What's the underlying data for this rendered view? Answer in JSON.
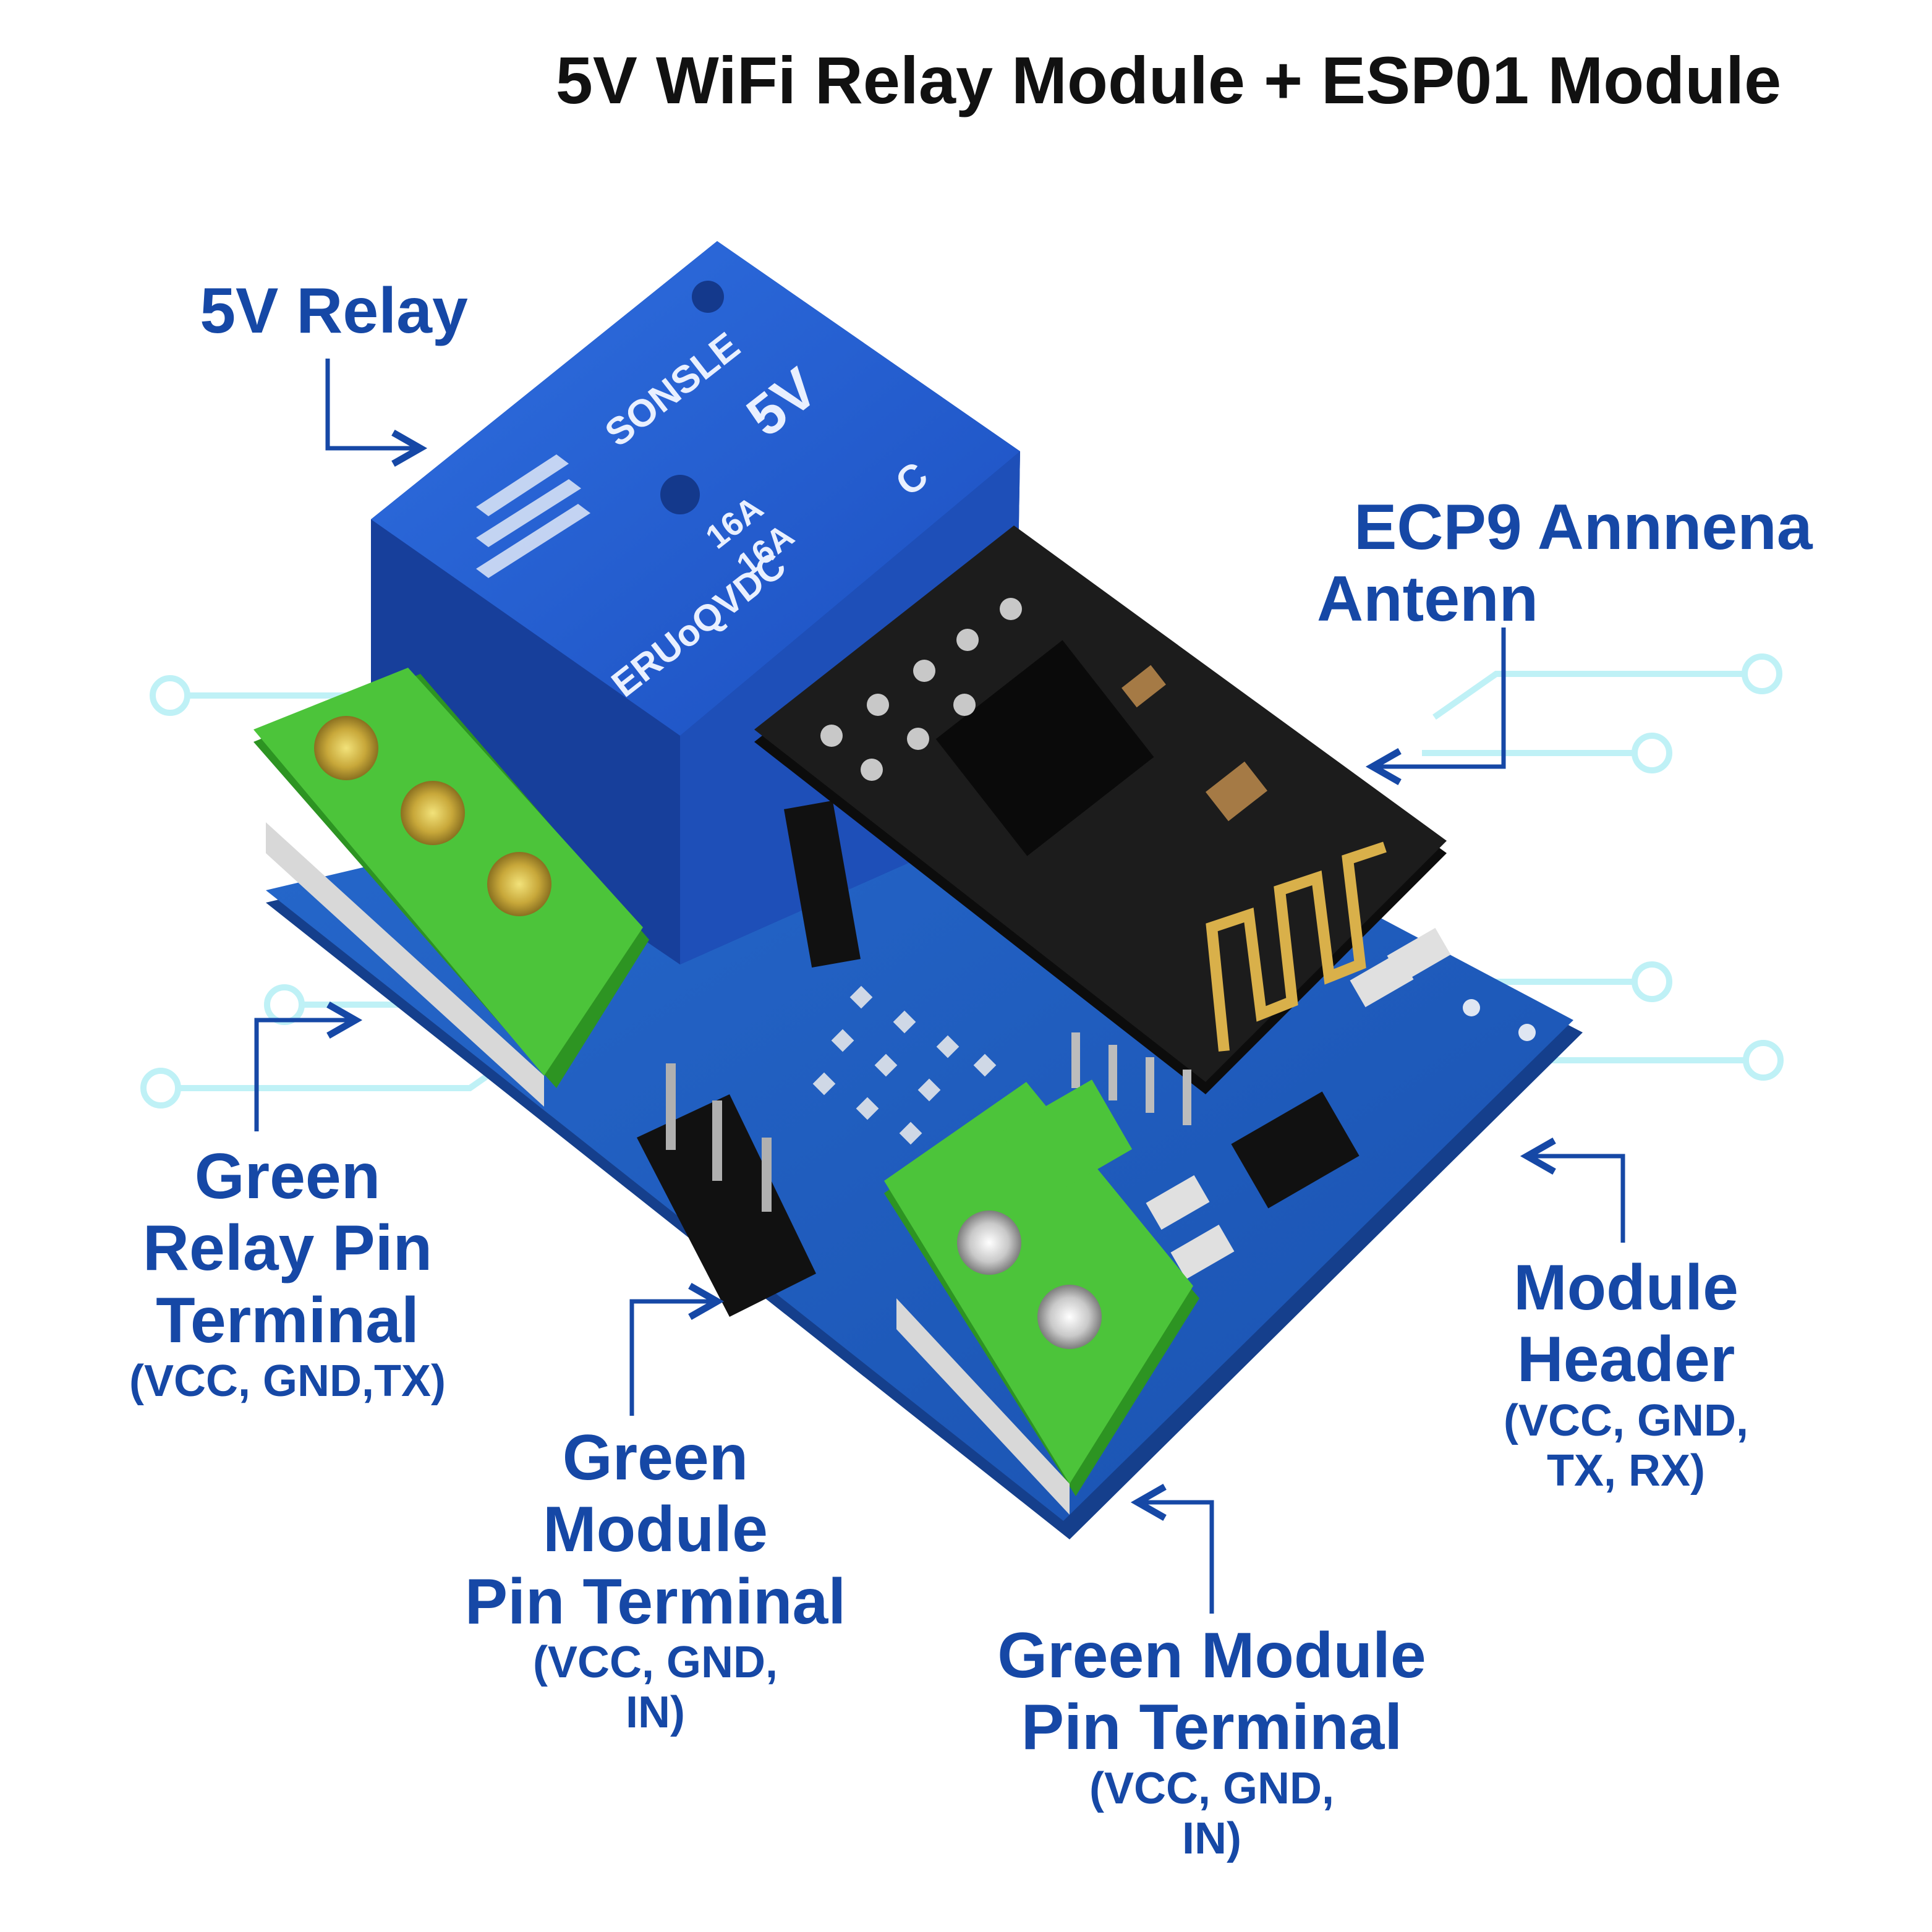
{
  "title": "5V WiFi Relay Module + ESP01 Module",
  "colors": {
    "label_blue": "#1648a6",
    "pcb_blue": "#1d5fbf",
    "relay_blue": "#1f55c8",
    "terminal_green": "#4cc43a",
    "esp_black": "#1a1a1a",
    "trace_cyan": "#bff1f6"
  },
  "relay_markings": {
    "brand": "SONSLE",
    "voltage": "5V",
    "rating_a": "16A",
    "rating_b": "16A",
    "model_line": "ERUoQVDC",
    "contact": "C"
  },
  "callouts": {
    "relay": {
      "line1": "5V Relay"
    },
    "antenna": {
      "line1": "ECP9 Annnena",
      "line2": "Antenn"
    },
    "relay_terminal": {
      "line1": "Green",
      "line2": "Relay Pin",
      "line3": "Terminal",
      "sub1": "(VCC, GND,TX)"
    },
    "module_pin_terminal": {
      "line1": "Green",
      "line2": "Module",
      "line3": "Pin Terminal",
      "sub1": "(VCC, GND,",
      "sub2": "IN)"
    },
    "module_pin_terminal_2": {
      "line1": "Green Module",
      "line2": "Pin Terminal",
      "sub1": "(VCC, GND,",
      "sub2": "IN)"
    },
    "module_header": {
      "line1": "Module",
      "line2": "Header",
      "sub1": "(VCC, GND,",
      "sub2": "TX, RX)"
    }
  }
}
